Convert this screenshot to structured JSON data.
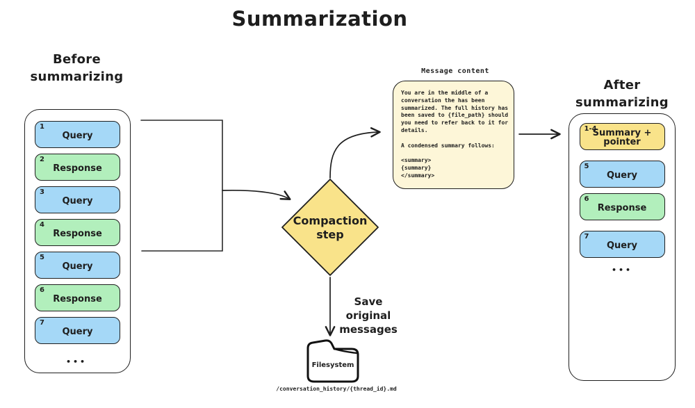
{
  "title": "Summarization",
  "colors": {
    "blue": "#a5d8f7",
    "green": "#b2efbc",
    "yellow": "#f9e38a",
    "cream": "#fdf6d8",
    "stroke": "#1e1e1e"
  },
  "before": {
    "heading": "Before\nsummarizing",
    "messages": [
      {
        "number": "1",
        "label": "Query",
        "color": "blue"
      },
      {
        "number": "2",
        "label": "Response",
        "color": "green"
      },
      {
        "number": "3",
        "label": "Query",
        "color": "blue"
      },
      {
        "number": "4",
        "label": "Response",
        "color": "green"
      },
      {
        "number": "5",
        "label": "Query",
        "color": "blue"
      },
      {
        "number": "6",
        "label": "Response",
        "color": "green"
      },
      {
        "number": "7",
        "label": "Query",
        "color": "blue"
      }
    ],
    "ellipsis": "•••"
  },
  "compaction": {
    "label": "Compaction\nstep"
  },
  "message_content": {
    "title": "Message content",
    "body": "You are in the middle of a\nconversation the has been\nsummarized. The full history has\nbeen saved to {file_path} should\nyou need to refer back to it for\ndetails.\n\nA condensed summary follows:\n\n<summary>\n{summary}\n</summary>"
  },
  "after": {
    "heading": "After\nsummarizing",
    "messages": [
      {
        "number": "1-4",
        "label": "Summary +\npointer",
        "color": "yellow"
      },
      {
        "number": "5",
        "label": "Query",
        "color": "blue"
      },
      {
        "number": "6",
        "label": "Response",
        "color": "green"
      },
      {
        "number": "7",
        "label": "Query",
        "color": "blue"
      }
    ],
    "ellipsis": "•••"
  },
  "save_arrow_label": "Save original\nmessages",
  "filesystem": {
    "label": "Filesystem",
    "path": "/conversation_history/{thread_id}.md"
  }
}
